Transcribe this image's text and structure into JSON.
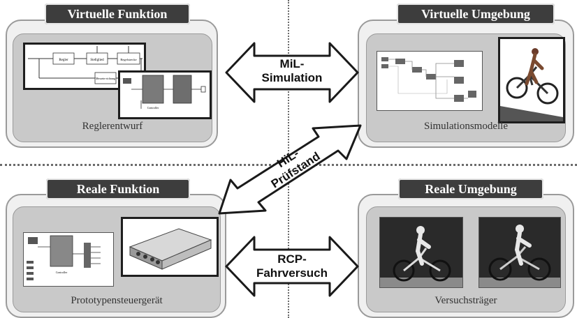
{
  "quadrants": {
    "top_left": {
      "title": "Virtuelle Funktion",
      "caption": "Reglerentwurf"
    },
    "top_right": {
      "title": "Virtuelle Umgebung",
      "caption": "Simulationsmodelle"
    },
    "bottom_left": {
      "title": "Reale Funktion",
      "caption": "Prototypensteuergerät"
    },
    "bottom_right": {
      "title": "Reale Umgebung",
      "caption": "Versuchsträger"
    }
  },
  "arrows": {
    "mil": {
      "line1": "MiL-",
      "line2": "Simulation"
    },
    "hil": {
      "line1": "HiL-",
      "line2": "Prüfstand"
    },
    "rcp": {
      "line1": "RCP-",
      "line2": "Fahrversuch"
    }
  },
  "diagram_labels": {
    "regler": "Regler",
    "stellglied": "Stellglied",
    "regelstrecke": "Regelstrecke",
    "messeinrichtung": "Messein-richtung",
    "controller": "Controller"
  }
}
